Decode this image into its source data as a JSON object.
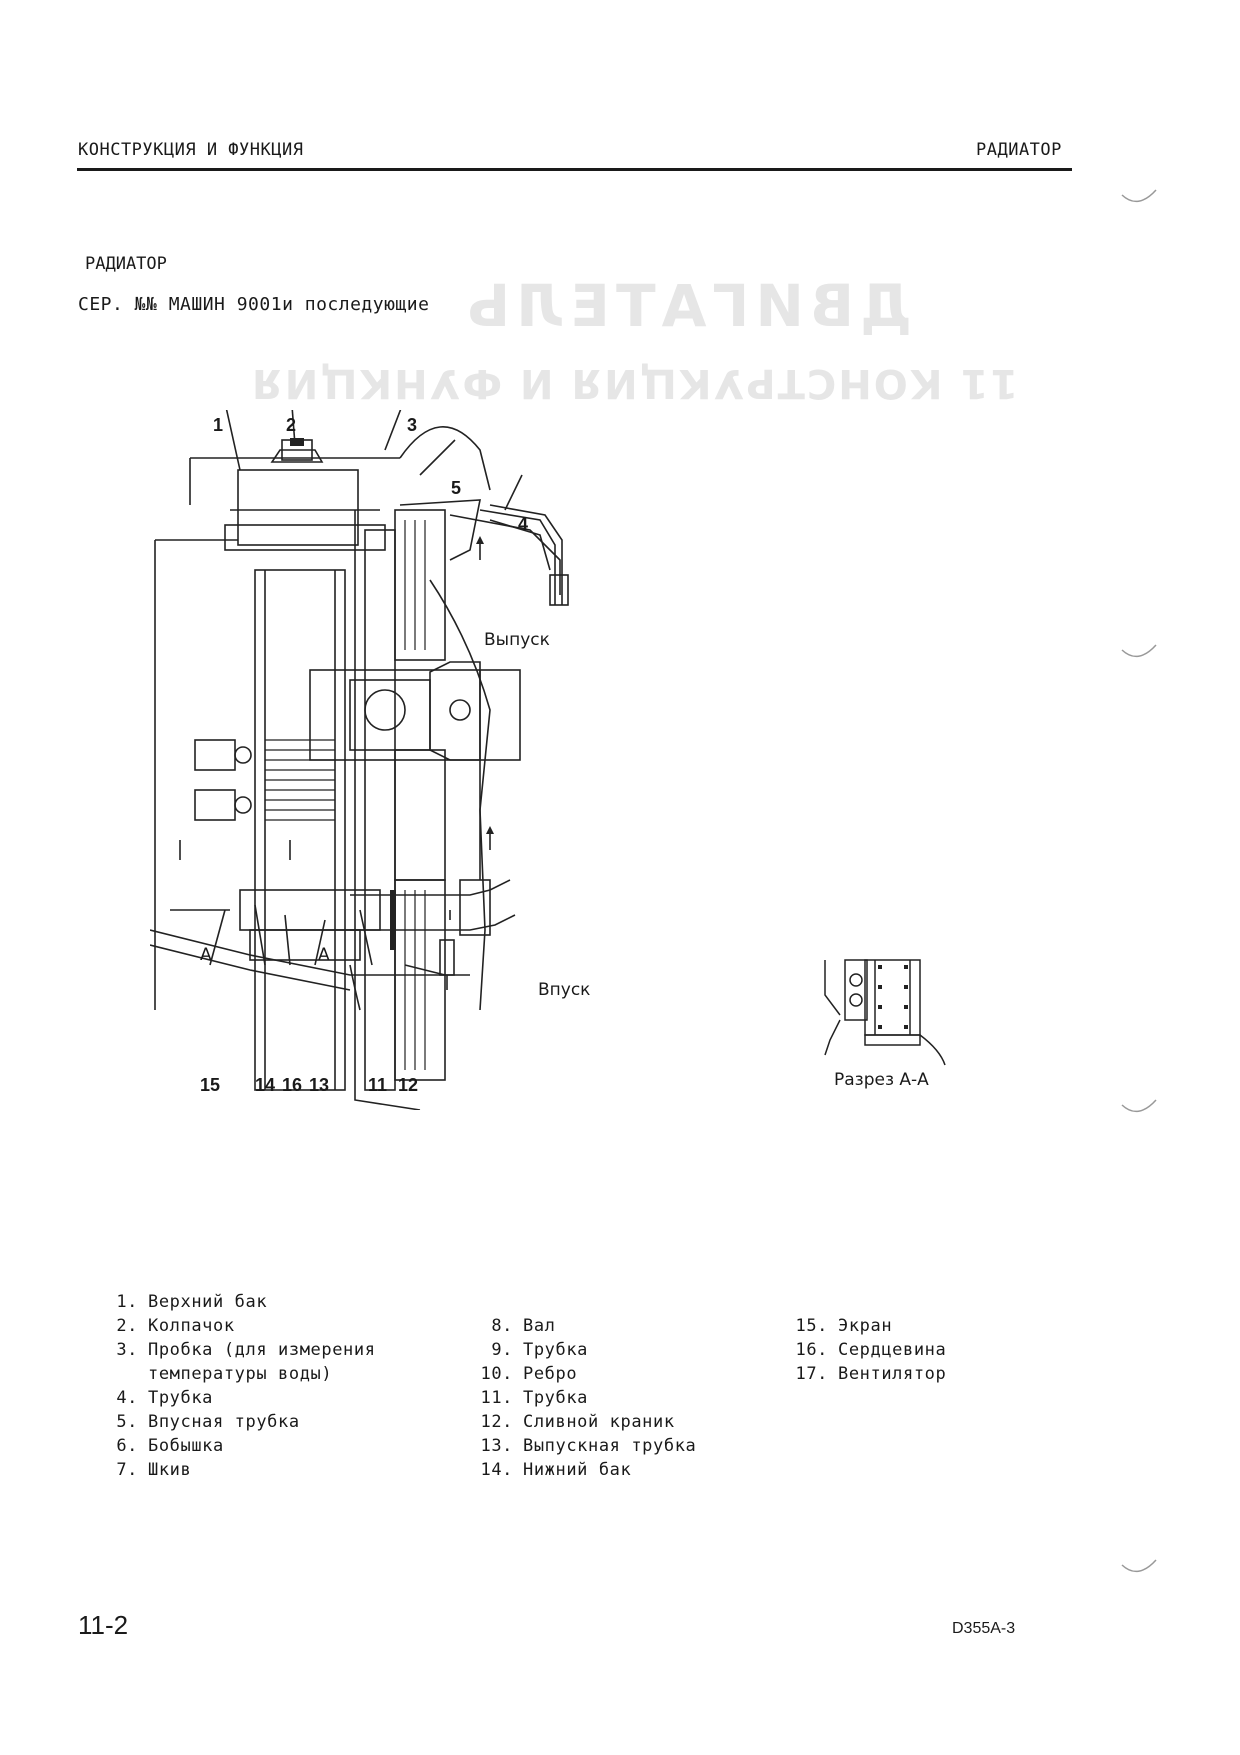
{
  "header": {
    "left": "КОНСТРУКЦИЯ И ФУНКЦИЯ",
    "right": "РАДИАТОР"
  },
  "section_title": "РАДИАТОР",
  "serial_line": "СЕР. №№ МАШИН 9001и последующие",
  "ghost_text": {
    "line1": "ДВИГАТЕЛЬ",
    "line2": "11 КОНСТРУКЦИЯ И ФУНКЦИЯ"
  },
  "diagram": {
    "callouts_top": [
      "1",
      "2",
      "3",
      "5",
      "4"
    ],
    "callouts_bottom": [
      "15",
      "14",
      "16",
      "13",
      "11",
      "12"
    ],
    "outlet_label": "Выпуск",
    "inlet_label": "Впуск",
    "section_marker": "A",
    "section_caption": "Разрез А-А"
  },
  "legend": {
    "col1": [
      {
        "num": "1.",
        "text": "Верхний бак"
      },
      {
        "num": "2.",
        "text": "Колпачок"
      },
      {
        "num": "3.",
        "text": "Пробка (для измерения",
        "cont": "температуры воды)"
      },
      {
        "num": "4.",
        "text": "Трубка"
      },
      {
        "num": "5.",
        "text": "Впусная трубка"
      },
      {
        "num": "6.",
        "text": "Бобышка"
      },
      {
        "num": "7.",
        "text": "Шкив"
      }
    ],
    "col2": [
      {
        "num": "8.",
        "text": "Вал"
      },
      {
        "num": "9.",
        "text": "Трубка"
      },
      {
        "num": "10.",
        "text": "Ребро"
      },
      {
        "num": "11.",
        "text": "Трубка"
      },
      {
        "num": "12.",
        "text": "Сливной краник"
      },
      {
        "num": "13.",
        "text": "Выпускная трубка"
      },
      {
        "num": "14.",
        "text": "Нижний бак"
      }
    ],
    "col3": [
      {
        "num": "15.",
        "text": "Экран"
      },
      {
        "num": "16.",
        "text": "Сердцевина"
      },
      {
        "num": "17.",
        "text": "Вентилятор"
      }
    ]
  },
  "footer": {
    "page_number": "11-2",
    "model": "D355A-3"
  }
}
